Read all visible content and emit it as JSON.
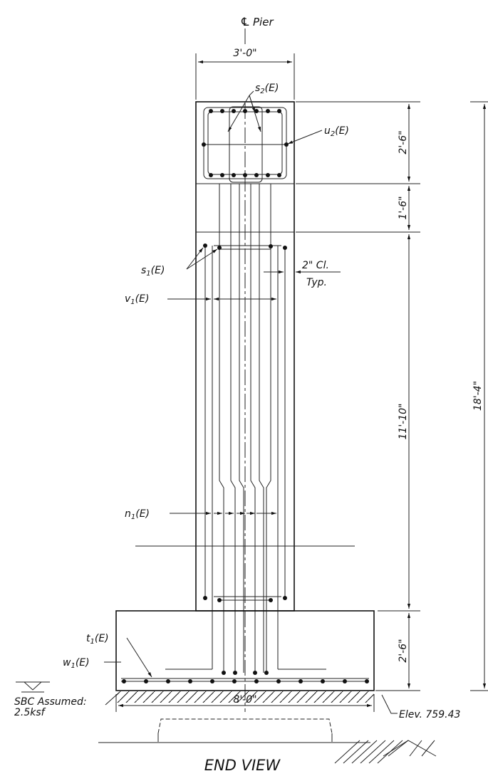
{
  "drawing": {
    "title": "END VIEW",
    "centerline_label": "Pier",
    "centerline_symbol": "℄",
    "dimensions": {
      "pier_width": "3'-0\"",
      "cap_height": "2'-6\"",
      "transition_height": "1'-6\"",
      "column_height": "11'-10\"",
      "total_height": "18'-4\"",
      "footing_height": "2'-6\"",
      "footing_width": "8'-0\"",
      "clear_cover": "2\" Cl.",
      "clear_cover_note": "Typ."
    },
    "bar_labels": {
      "s2": {
        "main": "s",
        "sub": "2",
        "tail": "(E)"
      },
      "u2": {
        "main": "u",
        "sub": "2",
        "tail": "(E)"
      },
      "s1": {
        "main": "s",
        "sub": "1",
        "tail": "(E)"
      },
      "v1": {
        "main": "v",
        "sub": "1",
        "tail": "(E)"
      },
      "n1": {
        "main": "n",
        "sub": "1",
        "tail": "(E)"
      },
      "t1": {
        "main": "t",
        "sub": "1",
        "tail": "(E)"
      },
      "w1": {
        "main": "w",
        "sub": "1",
        "tail": "(E)"
      }
    },
    "sbc_line1": "SBC Assumed:",
    "sbc_line2": "2.5ksf",
    "elevation": "Elev. 759.43"
  }
}
